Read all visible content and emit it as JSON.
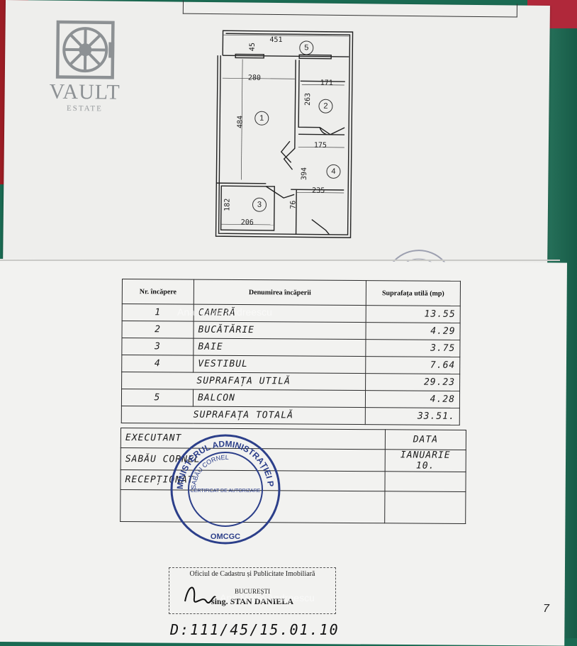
{
  "logo": {
    "name": "VAULT",
    "sub": "ESTATE"
  },
  "plan": {
    "dims": {
      "d451": "451",
      "d45": "45",
      "d280": "280",
      "d171": "171",
      "d263": "263",
      "d484": "484",
      "d175": "175",
      "d394": "394",
      "d235": "235",
      "d182": "182",
      "d206": "206",
      "d76": "76"
    },
    "room_numbers": [
      "1",
      "2",
      "3",
      "4",
      "5"
    ]
  },
  "table": {
    "headers": [
      "Nr. încăpere",
      "Denumirea încăperii",
      "Suprafața utilă (mp)"
    ],
    "rows": [
      {
        "nr": "1",
        "name": "CAMERĂ",
        "area": "13.55"
      },
      {
        "nr": "2",
        "name": "BUCĂTĂRIE",
        "area": "4.29"
      },
      {
        "nr": "3",
        "name": "BAIE",
        "area": "3.75"
      },
      {
        "nr": "4",
        "name": "VESTIBUL",
        "area": "7.64"
      }
    ],
    "useful_label": "SUPRAFAȚA UTILĂ",
    "useful_value": "29.23",
    "balcony": {
      "nr": "5",
      "name": "BALCON",
      "area": "4.28"
    },
    "total_label": "SUPRAFAȚA TOTALĂ",
    "total_value": "33.51."
  },
  "signatures": {
    "executant_label": "EXECUTANT",
    "executant_name": "SABĂU CORNEL",
    "receptionat_label": "RECEPȚIONAT",
    "date_label": "DATA",
    "date_value": "IANUARIE 10."
  },
  "stamp_round": {
    "outer": "MINISTERUL ADMINISTRAȚIEI PUBLICE",
    "inner": "SABĂU CORNEL",
    "bottom": "OMCGC",
    "center": "CERTIFICAT DE AUTORIZARE"
  },
  "stamp_box": {
    "line1": "Oficiul de Cadastru și Publicitate Imobiliară",
    "line2": "BUCUREȘTI",
    "line3": "sing. STAN DANIELA"
  },
  "watermark": "Ana Maria Andreescu",
  "bottom_ref": "D:111/45/15.01.10",
  "page_mark": "7",
  "colors": {
    "stamp": "#2c3f8a",
    "ink": "#1a1a1a",
    "paper": "#f2f2f0"
  }
}
